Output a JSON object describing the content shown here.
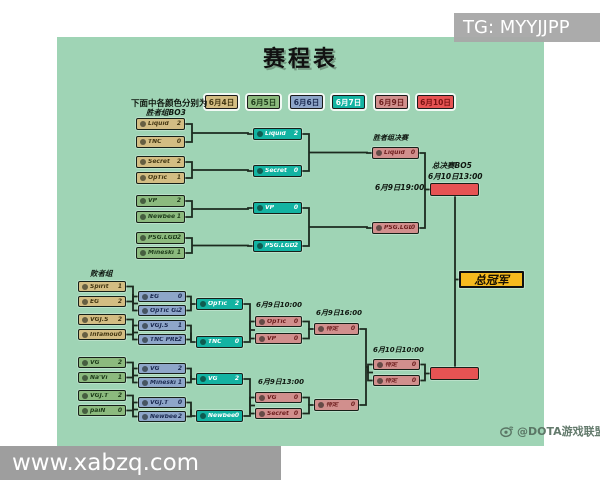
{
  "watermarks": {
    "top": "TG: MYYJJPP",
    "bottom": "www.xabzq.com",
    "credit": "@DOTA游戏联盟"
  },
  "title": "赛程表",
  "legend": {
    "label": "下面中各颜色分别为",
    "days": [
      {
        "label": "6月4日",
        "color": "#d3bd83",
        "text": "#443712"
      },
      {
        "label": "6月5日",
        "color": "#8cba7e",
        "text": "#1e3c1a"
      },
      {
        "label": "6月6日",
        "color": "#8ea6c9",
        "text": "#1c2b52"
      },
      {
        "label": "6月7日",
        "color": "#13b3a2",
        "text": "#ffffff"
      },
      {
        "label": "6月9日",
        "color": "#d18f8d",
        "text": "#6d1d1d"
      },
      {
        "label": "6月10日",
        "color": "#e65353",
        "text": "#7a1212"
      }
    ]
  },
  "headers": {
    "wb": "胜者组BO3",
    "lb": "败者组",
    "wb_final": "胜者组决赛",
    "wb_final_time": "6月9日19:00",
    "gf": "总决赛BO5",
    "gf_time": "6月10日13:00",
    "lb_r4a_time": "6月9日10:00",
    "lb_r4b_time": "6月9日13:00",
    "lb_r5_time": "6月9日16:00",
    "lb_final_time": "6月10日10:00",
    "champion": "总冠军"
  },
  "bracket": {
    "wb_r1": [
      {
        "team": "Liquid",
        "score": "2",
        "day": 0
      },
      {
        "team": "TNC",
        "score": "0",
        "day": 0
      },
      {
        "team": "Secret",
        "score": "2",
        "day": 0
      },
      {
        "team": "OpTic",
        "score": "1",
        "day": 0
      },
      {
        "team": "VP",
        "score": "2",
        "day": 1
      },
      {
        "team": "Newbee",
        "score": "1",
        "day": 1
      },
      {
        "team": "PSG.LGD",
        "score": "2",
        "day": 1
      },
      {
        "team": "Mineski",
        "score": "1",
        "day": 1
      }
    ],
    "wb_r2": [
      {
        "team": "Liquid",
        "score": "2",
        "day": 3
      },
      {
        "team": "Secret",
        "score": "0",
        "day": 3
      },
      {
        "team": "VP",
        "score": "0",
        "day": 3
      },
      {
        "team": "PSG.LGD",
        "score": "2",
        "day": 3
      }
    ],
    "wb_final": [
      {
        "team": "Liquid",
        "score": "0",
        "day": 4
      },
      {
        "team": "PSG.LGD",
        "score": "0",
        "day": 4
      }
    ],
    "grand_final": [
      {
        "team": "",
        "score": "",
        "day": 5
      },
      {
        "team": "",
        "score": "",
        "day": 5
      }
    ],
    "lb_r1": [
      {
        "team": "Spirit",
        "score": "1",
        "day": 0
      },
      {
        "team": "EG",
        "score": "2",
        "day": 0
      },
      {
        "team": "VGJ.S",
        "score": "2",
        "day": 0
      },
      {
        "team": "Infamous",
        "score": "0",
        "day": 0
      },
      {
        "team": "VG",
        "score": "2",
        "day": 1
      },
      {
        "team": "Na'Vi",
        "score": "1",
        "day": 1
      },
      {
        "team": "VGJ.T",
        "score": "2",
        "day": 1
      },
      {
        "team": "paiN",
        "score": "0",
        "day": 1
      }
    ],
    "lb_r2": [
      {
        "team": "EG",
        "score": "0",
        "day": 2
      },
      {
        "team": "OpTic Ga..",
        "score": "2",
        "day": 2
      },
      {
        "team": "VGJ.S",
        "score": "1",
        "day": 2
      },
      {
        "team": "TNC PRE..",
        "score": "2",
        "day": 2
      },
      {
        "team": "VG",
        "score": "2",
        "day": 2
      },
      {
        "team": "Mineski",
        "score": "1",
        "day": 2
      },
      {
        "team": "VGJ.T",
        "score": "0",
        "day": 2
      },
      {
        "team": "Newbee",
        "score": "2",
        "day": 2
      }
    ],
    "lb_r3": [
      {
        "team": "OpTic",
        "score": "2",
        "day": 3
      },
      {
        "team": "TNC",
        "score": "0",
        "day": 3
      },
      {
        "team": "VG",
        "score": "2",
        "day": 3
      },
      {
        "team": "Newbee",
        "score": "0",
        "day": 3
      }
    ],
    "lb_r4": [
      {
        "team": "OpTic",
        "score": "0",
        "day": 4
      },
      {
        "team": "VP",
        "score": "0",
        "day": 4
      },
      {
        "team": "VG",
        "score": "0",
        "day": 4
      },
      {
        "team": "Secret",
        "score": "0",
        "day": 4
      }
    ],
    "lb_r5": [
      {
        "team": "待定",
        "score": "0",
        "day": 4
      },
      {
        "team": "待定",
        "score": "0",
        "day": 4
      }
    ],
    "lb_r6": [
      {
        "team": "待定",
        "score": "0",
        "day": 4
      },
      {
        "team": "待定",
        "score": "0",
        "day": 4
      }
    ]
  }
}
